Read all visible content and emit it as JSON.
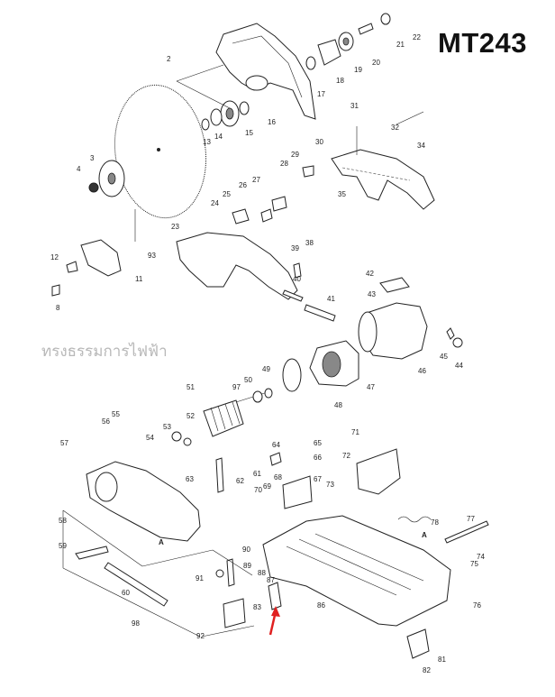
{
  "title": "MT243",
  "watermark": "ทรงธรรมการไฟฟ้า",
  "ref_a": "A",
  "part_numbers": [
    "2",
    "3",
    "4",
    "8",
    "11",
    "12",
    "13",
    "14",
    "15",
    "16",
    "17",
    "18",
    "19",
    "20",
    "21",
    "22",
    "23",
    "24",
    "25",
    "26",
    "27",
    "28",
    "29",
    "30",
    "31",
    "32",
    "34",
    "35",
    "38",
    "39",
    "40",
    "41",
    "42",
    "43",
    "44",
    "45",
    "46",
    "47",
    "48",
    "49",
    "50",
    "51",
    "52",
    "53",
    "54",
    "55",
    "56",
    "57",
    "58",
    "59",
    "60",
    "61",
    "62",
    "63",
    "64",
    "65",
    "66",
    "67",
    "68",
    "69",
    "70",
    "71",
    "72",
    "73",
    "74",
    "75",
    "76",
    "77",
    "78",
    "81",
    "82",
    "83",
    "86",
    "87",
    "88",
    "89",
    "90",
    "91",
    "92",
    "93",
    "97",
    "98"
  ]
}
